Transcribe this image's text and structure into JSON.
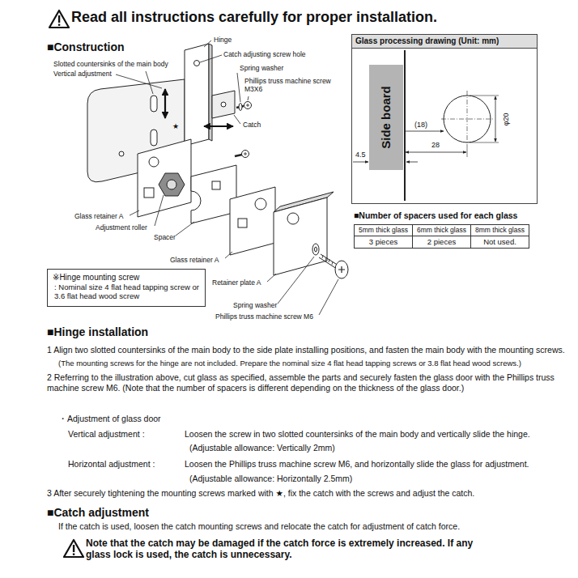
{
  "diagram": {
    "title": "Read all instructions carefully for proper installation.",
    "nodes": [
      {
        "text": [
          "Glass processing drawing (Unit: mm)"
        ]
      },
      {
        "text": [
          "Side board"
        ],
        "in": 0
      },
      {
        "text": [
          "※Hinge mounting screw",
          ": Nominal size 4 flat head tapping screw or 3.6 flat head wood screw"
        ]
      }
    ],
    "labels": [
      "■Construction",
      "Hinge",
      "Catch adjusting screw hole",
      "Slotted countersinks of the main body",
      "Vertical adjustment",
      "Spring washer",
      "Phillips truss machine screw M3X6",
      "★",
      "Catch",
      "Glass retainer A",
      "Adjustment roller",
      "Spacer",
      "Glass retainer A",
      "Retainer plate A",
      "Spring washer",
      "Phillips truss machine screw M6",
      "(18)",
      "28",
      "4.5",
      "φ20",
      "■Number of spacers used for each glass",
      "5mm thick glass",
      "6mm thick glass",
      "8mm thick glass",
      "3 pieces",
      "2 pieces",
      "Not used.",
      "■Hinge installation",
      "1 Align two slotted countersinks of the main body to the side plate installing positions, and fasten the main body with the mounting screws.",
      "(The mounting screws for the hinge are not included. Prepare the nominal size 4 flat head tapping screws or 3.8 flat head wood screws.)",
      "2 Referring to the illustration above, cut glass as specified, assemble the parts and securely fasten the glass door with the Phillips truss machine screw M6. (Note that the number of spacers is different depending on the thickness of the glass door.)",
      "・Adjustment of glass door",
      "Vertical adjustment :",
      "Loosen the screw in two slotted countersinks of the main body and vertically slide the hinge.",
      "(Adjustable allowance: Vertically 2mm)",
      "Horizontal adjustment :",
      "Loosen the Phillips truss machine screw M6, and horizontally slide the glass for adjustment.",
      "(Adjustable allowance: Horizontally 2.5mm)",
      "3 After securely tightening the mounting screws marked with ★, fix the catch with the screws and adjust the catch.",
      "■Catch adjustment",
      "If the catch is used, loosen the catch mounting screws and relocate the catch for adjustment of catch force.",
      "Note that the catch may be damaged if the catch force is extremely increased. If any glass lock is used, the catch is unnecessary."
    ]
  }
}
